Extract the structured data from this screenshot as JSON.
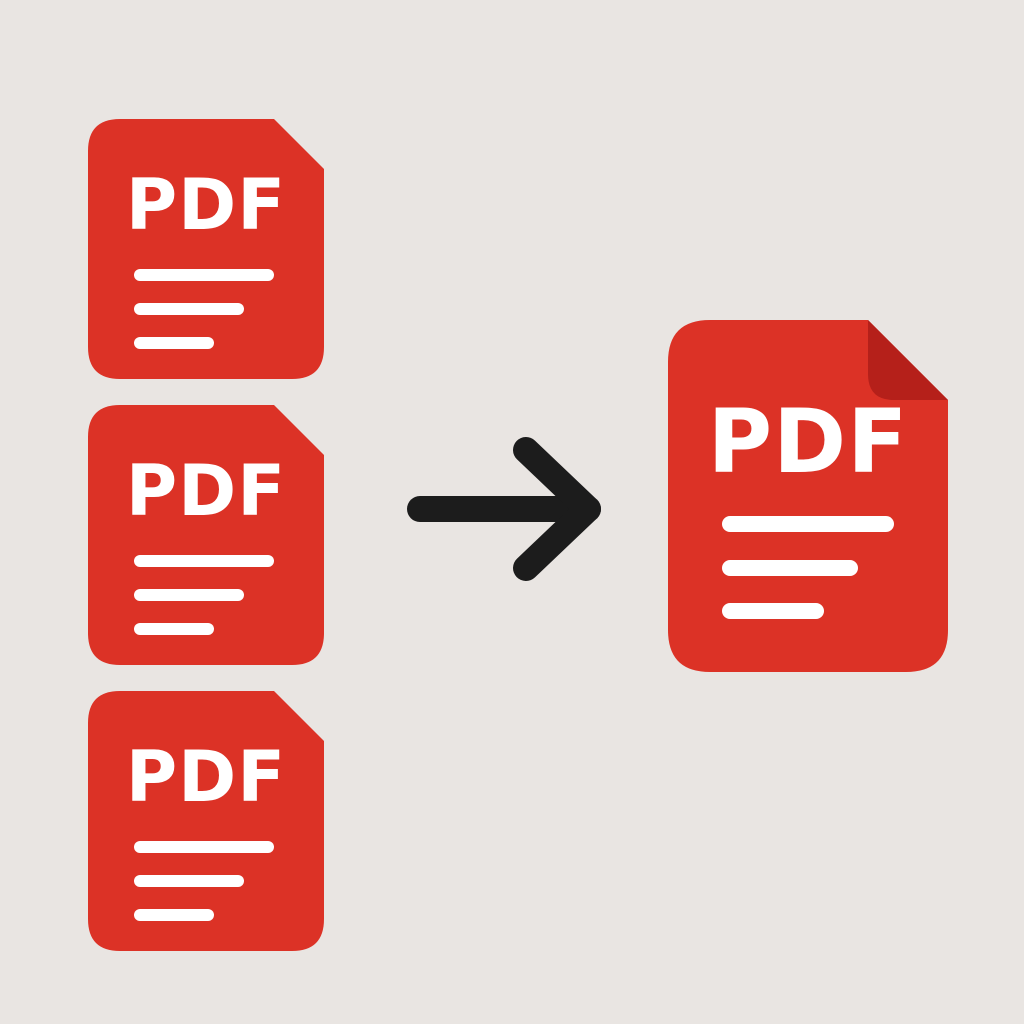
{
  "colors": {
    "background": "#e9e5e2",
    "pdf_red": "#dc3226",
    "fold_dark": "#b5201a",
    "text_white": "#ffffff",
    "arrow": "#1c1c1c"
  },
  "sources": [
    {
      "label": "PDF",
      "icon": "pdf-file-icon"
    },
    {
      "label": "PDF",
      "icon": "pdf-file-icon"
    },
    {
      "label": "PDF",
      "icon": "pdf-file-icon"
    }
  ],
  "arrow": {
    "icon": "arrow-right-icon"
  },
  "result": {
    "label": "PDF",
    "icon": "pdf-file-icon"
  }
}
